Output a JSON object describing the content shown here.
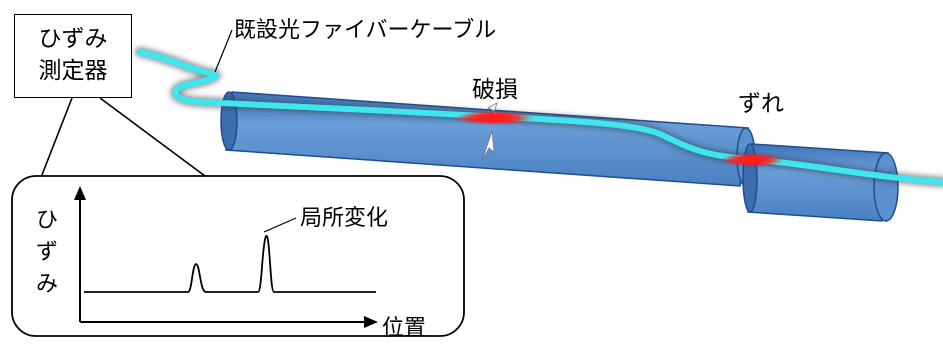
{
  "meter": {
    "line1": "ひずみ",
    "line2": "測定器"
  },
  "labels": {
    "existing_cable": "既設光ファイバーケーブル",
    "damage": "破損",
    "offset": "ずれ",
    "local_change": "局所変化",
    "position_axis": "位置",
    "strain_axis": [
      "ひ",
      "ず",
      "み"
    ]
  },
  "colors": {
    "pipe_fill": "#5b8fd0",
    "pipe_dark": "#1f4e8c",
    "cable": "#40e6ee",
    "hotspot": "#ff1e1e"
  }
}
